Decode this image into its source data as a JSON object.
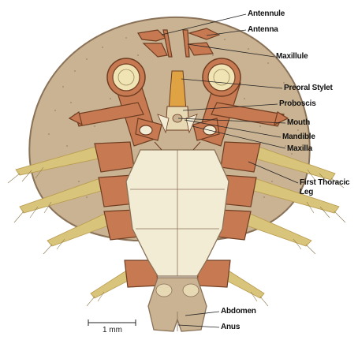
{
  "labels": {
    "antennule": "Antennule",
    "antenna": "Antenna",
    "maxillule": "Maxillule",
    "preoral_stylet": "Preoral Stylet",
    "proboscis": "Proboscis",
    "mouth": "Mouth",
    "mandible": "Mandible",
    "maxilla": "Maxilla",
    "first_thoracic_leg_line1": "First Thoracic",
    "first_thoracic_leg_line2": "Leg",
    "abdomen": "Abdomen",
    "anus": "Anus"
  },
  "scale_bar": {
    "label": "1 mm"
  },
  "colors": {
    "carapace": "#c9b392",
    "carapace_outline": "#8a7258",
    "appendage": "#c77a52",
    "appendage_outline": "#6e3d22",
    "thorax": "#f3ecd5",
    "sucker": "#f0e4b4",
    "setae": "#d8c47a",
    "leader_line": "#222222"
  }
}
